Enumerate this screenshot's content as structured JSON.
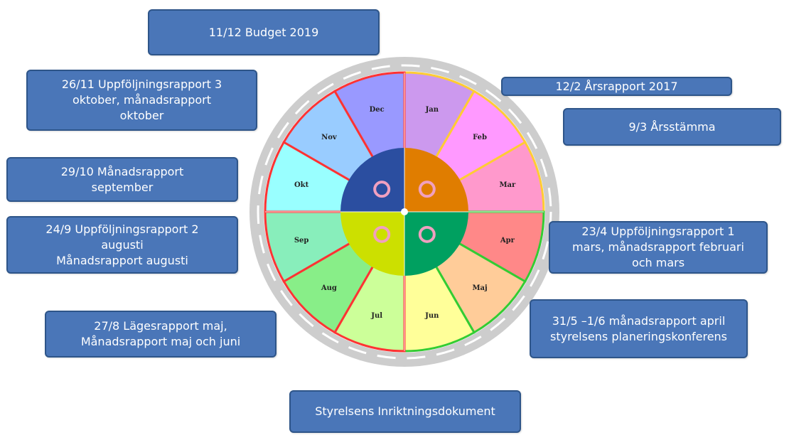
{
  "events": {
    "budget": "11/12 Budget 2019",
    "nov": "26/11 Uppföljningsrapport 3\noktober, månadsrapport\noktober",
    "oct": "29/10 Månadsrapport\nseptember",
    "sep": "24/9 Uppföljningsrapport 2\naugusti\nMånadsrapport augusti",
    "aug": "27/8 Lägesrapport maj,\nMånadsrapport maj och  juni",
    "feb": "12/2  Årsrapport 2017",
    "mar": "9/3 Årsstämma",
    "apr": "23/4 Uppföljningsrapport  1\nmars, månadsrapport februari\noch mars",
    "may": "31/5 –1/6 månadsrapport april\nstyrelsens planeringskonferens",
    "strategy": "Styrelsens Inriktningsdokument"
  },
  "months": [
    {
      "label": "Jan",
      "color": "#cc99ee"
    },
    {
      "label": "Feb",
      "color": "#ff99ff"
    },
    {
      "label": "Mar",
      "color": "#ff99cc"
    },
    {
      "label": "Apr",
      "color": "#ff8888"
    },
    {
      "label": "Maj",
      "color": "#ffcc99"
    },
    {
      "label": "Jun",
      "color": "#ffff99"
    },
    {
      "label": "Jul",
      "color": "#ccff99"
    },
    {
      "label": "Aug",
      "color": "#88ee88"
    },
    {
      "label": "Sep",
      "color": "#88eebb"
    },
    {
      "label": "Okt",
      "color": "#99ffff"
    },
    {
      "label": "Nov",
      "color": "#99ccff"
    },
    {
      "label": "Dec",
      "color": "#9999ff"
    }
  ],
  "quarters": [
    {
      "color": "#e07d00",
      "border": "#ffcc33"
    },
    {
      "color": "#00a060",
      "border": "#33cc33"
    },
    {
      "color": "#cce000",
      "border": "#ff3333"
    },
    {
      "color": "#2b4ea0",
      "border": "#ff3333"
    }
  ],
  "colors": {
    "ring": "#cdcdcd",
    "box_fill": "#4a76b8",
    "box_border": "#2e5589"
  }
}
